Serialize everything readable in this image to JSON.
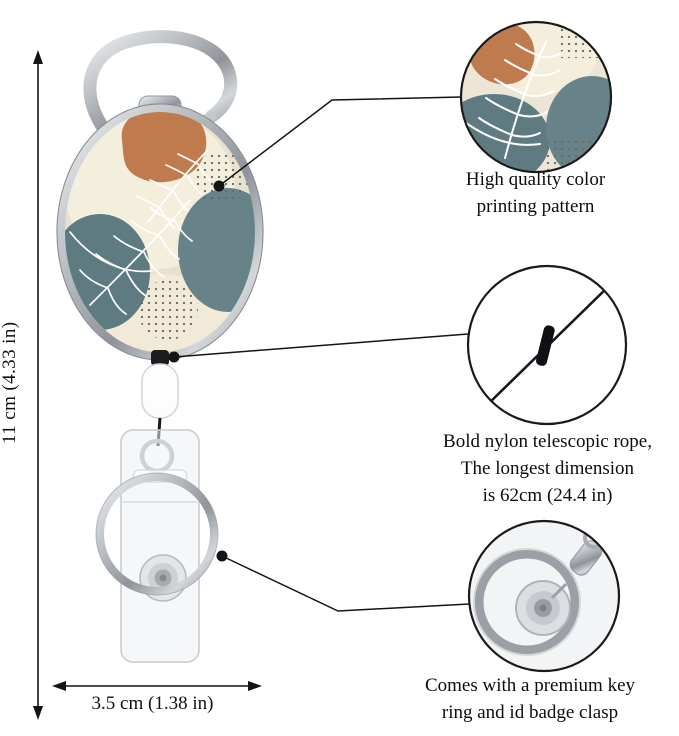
{
  "dimensions": {
    "height_label": "11 cm (4.33 in)",
    "width_label": "3.5 cm (1.38 in)"
  },
  "callouts": {
    "pattern": {
      "lines": [
        "High quality color",
        "printing pattern"
      ]
    },
    "rope": {
      "lines": [
        "Bold nylon telescopic rope,",
        "The longest dimension",
        "is 62cm (24.4 in)"
      ]
    },
    "clasp": {
      "lines": [
        "Comes with a premium key",
        "ring and id badge clasp"
      ]
    }
  },
  "colors": {
    "outline": "#141414",
    "pattern_base": "#e9e1cf",
    "pattern_cream": "#f4eedd",
    "pattern_orange": "#bf7a4e",
    "pattern_teal": "#68828a",
    "pattern_teal_dark": "#5f7b82",
    "leaf_line": "#ffffff",
    "chrome": "#b7bcc1",
    "rope_black": "#101014"
  }
}
